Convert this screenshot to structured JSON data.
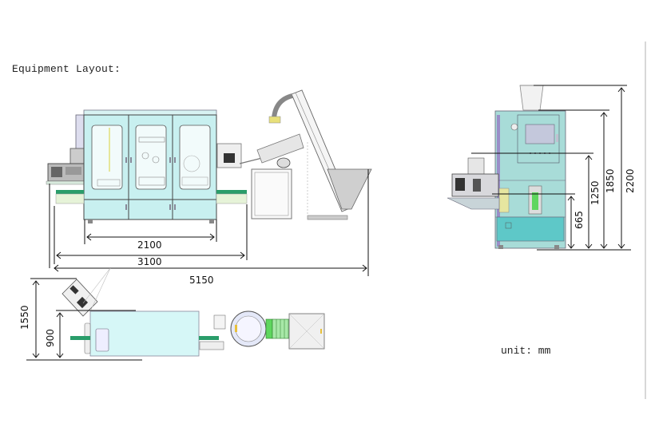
{
  "header": {
    "title": "Equipment Layout:"
  },
  "footer": {
    "unit": "unit: mm"
  },
  "front_view": {
    "dimensions": {
      "inner": "2100",
      "middle": "3100",
      "overall": "5150"
    }
  },
  "top_view": {
    "dimensions": {
      "overall_depth": "1550",
      "body_depth": "900"
    }
  },
  "side_view": {
    "dimensions": {
      "h1": "665",
      "h2": "1250",
      "h3": "1850",
      "h4": "2200"
    }
  },
  "colors": {
    "panel": "#c8f0f0",
    "panel_side": "#a8dcd8",
    "frame": "#5a6a78",
    "conveyor": "#2a9d6a",
    "base": "#e6f3d8",
    "accent_yellow": "#e8e07a",
    "accent_green": "#5fd65f"
  }
}
